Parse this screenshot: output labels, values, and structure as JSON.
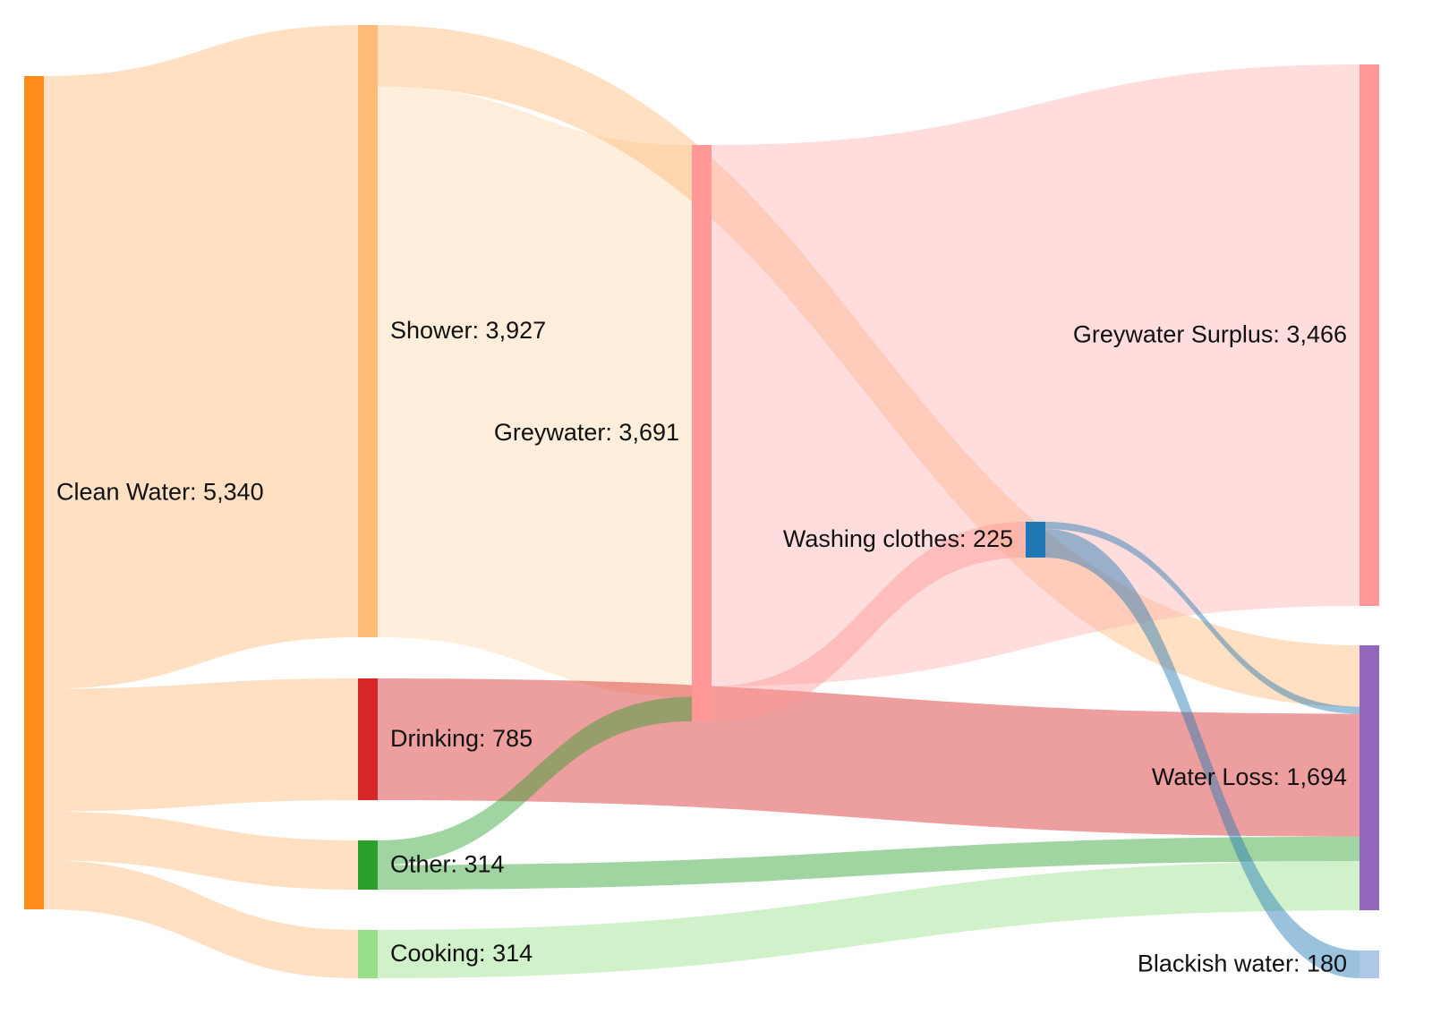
{
  "chart_data": {
    "type": "sankey",
    "title": "",
    "nodes": [
      {
        "id": "clean_water",
        "name": "Clean Water",
        "value": 5340,
        "label": "Clean Water: 5,340",
        "color": "#ff8c1a"
      },
      {
        "id": "shower",
        "name": "Shower",
        "value": 3927,
        "label": "Shower: 3,927",
        "color": "#ffbb78"
      },
      {
        "id": "drinking",
        "name": "Drinking",
        "value": 785,
        "label": "Drinking: 785",
        "color": "#d62728"
      },
      {
        "id": "other",
        "name": "Other",
        "value": 314,
        "label": "Other: 314",
        "color": "#2ca02c"
      },
      {
        "id": "cooking",
        "name": "Cooking",
        "value": 314,
        "label": "Cooking: 314",
        "color": "#98df8a"
      },
      {
        "id": "greywater",
        "name": "Greywater",
        "value": 3691,
        "label": "Greywater: 3,691",
        "color": "#ff9896"
      },
      {
        "id": "washing_clothes",
        "name": "Washing clothes",
        "value": 225,
        "label": "Washing clothes: 225",
        "color": "#1f77b4"
      },
      {
        "id": "greywater_surplus",
        "name": "Greywater Surplus",
        "value": 3466,
        "label": "Greywater Surplus: 3,466",
        "color": "#ff9896"
      },
      {
        "id": "water_loss",
        "name": "Water Loss",
        "value": 1694,
        "label": "Water Loss: 1,694",
        "color": "#9467bd"
      },
      {
        "id": "blackish_water",
        "name": "Blackish water",
        "value": 180,
        "label": "Blackish water: 180",
        "color": "#aec7e8"
      }
    ],
    "links": [
      {
        "source": "clean_water",
        "target": "shower",
        "value": 3927,
        "color": "#ffbb78"
      },
      {
        "source": "clean_water",
        "target": "drinking",
        "value": 785,
        "color": "#ffbb78"
      },
      {
        "source": "clean_water",
        "target": "other",
        "value": 314,
        "color": "#ffbb78"
      },
      {
        "source": "clean_water",
        "target": "cooking",
        "value": 314,
        "color": "#ffbb78"
      },
      {
        "source": "shower",
        "target": "greywater",
        "value": 3534,
        "color": "#ffd9b0"
      },
      {
        "source": "shower",
        "target": "water_loss",
        "value": 393,
        "color": "#ffbb78"
      },
      {
        "source": "drinking",
        "target": "water_loss",
        "value": 785,
        "color": "#d62728"
      },
      {
        "source": "other",
        "target": "greywater",
        "value": 157,
        "color": "#2ca02c"
      },
      {
        "source": "other",
        "target": "water_loss",
        "value": 157,
        "color": "#2ca02c"
      },
      {
        "source": "cooking",
        "target": "water_loss",
        "value": 314,
        "color": "#98df8a"
      },
      {
        "source": "greywater",
        "target": "greywater_surplus",
        "value": 3466,
        "color": "#ffb3b3"
      },
      {
        "source": "greywater",
        "target": "washing_clothes",
        "value": 225,
        "color": "#ff9896"
      },
      {
        "source": "washing_clothes",
        "target": "blackish_water",
        "value": 180,
        "color": "#1f77b4"
      },
      {
        "source": "washing_clothes",
        "target": "water_loss",
        "value": 45,
        "color": "#1f77b4"
      }
    ]
  }
}
